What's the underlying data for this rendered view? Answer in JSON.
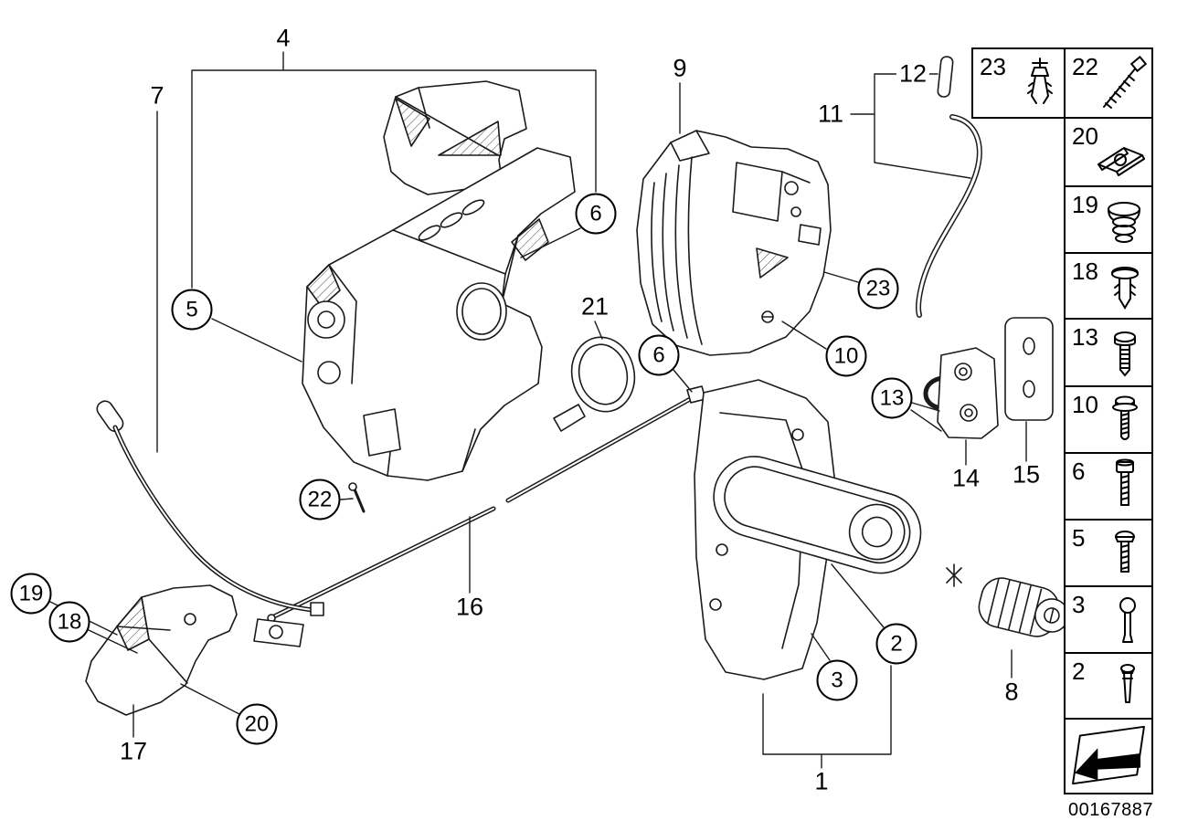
{
  "diagram": {
    "number": "00167887"
  },
  "callouts": [
    {
      "label": "4"
    },
    {
      "label": "7"
    },
    {
      "label": "5"
    },
    {
      "label": "6"
    },
    {
      "label": "9"
    },
    {
      "label": "12"
    },
    {
      "label": "11"
    },
    {
      "label": "23"
    },
    {
      "label": "10"
    },
    {
      "label": "21"
    },
    {
      "label": "6"
    },
    {
      "label": "13"
    },
    {
      "label": "14"
    },
    {
      "label": "15"
    },
    {
      "label": "22"
    },
    {
      "label": "16"
    },
    {
      "label": "19"
    },
    {
      "label": "18"
    },
    {
      "label": "20"
    },
    {
      "label": "17"
    },
    {
      "label": "2"
    },
    {
      "label": "3"
    },
    {
      "label": "1"
    },
    {
      "label": "8"
    }
  ],
  "sidebar": {
    "items": [
      {
        "number": "23",
        "icon": "expansion-rivet-icon"
      },
      {
        "number": "22",
        "icon": "cable-strap-icon"
      },
      {
        "number": "20",
        "icon": "speed-nut-icon"
      },
      {
        "number": "19",
        "icon": "sealing-grommet-icon"
      },
      {
        "number": "18",
        "icon": "push-rivet-icon"
      },
      {
        "number": "13",
        "icon": "countersunk-screw-icon"
      },
      {
        "number": "10",
        "icon": "pan-head-screw-icon"
      },
      {
        "number": "6",
        "icon": "fillister-screw-icon"
      },
      {
        "number": "5",
        "icon": "dome-head-screw-icon"
      },
      {
        "number": "3",
        "icon": "blind-rivet-icon"
      },
      {
        "number": "2",
        "icon": "pin-icon"
      }
    ]
  }
}
